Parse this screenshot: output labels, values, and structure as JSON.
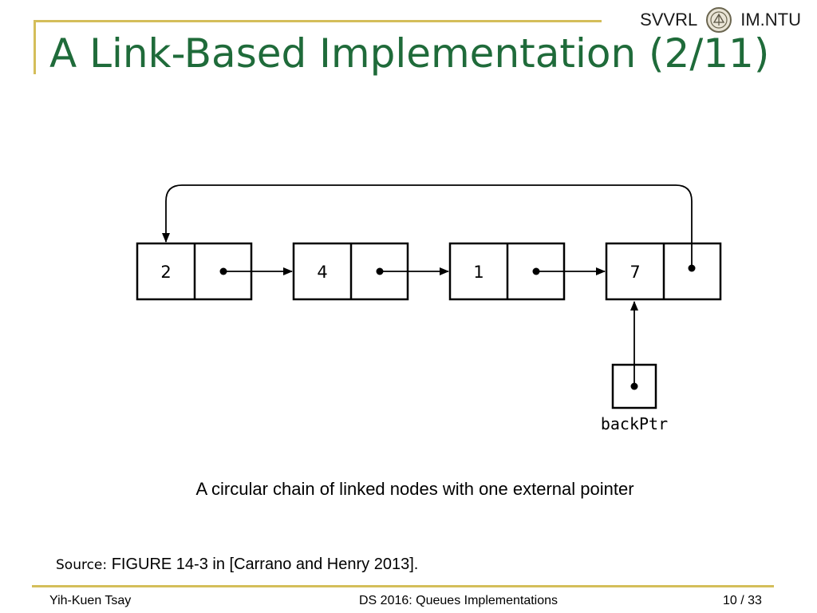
{
  "header": {
    "org_left": "SVVRL",
    "org_right": "IM.NTU",
    "title": "A Link-Based Implementation (2/11)"
  },
  "diagram": {
    "nodes": [
      {
        "value": "2"
      },
      {
        "value": "4"
      },
      {
        "value": "1"
      },
      {
        "value": "7"
      }
    ],
    "external_pointer_label": "backPtr"
  },
  "caption": "A circular chain of linked nodes with one external pointer",
  "source": {
    "label": "Source:",
    "text": "FIGURE 14-3 in [Carrano and Henry 2013]."
  },
  "footer": {
    "author": "Yih-Kuen Tsay",
    "course": "DS 2016: Queues Implementations",
    "page": "10",
    "page_total": "33"
  },
  "colors": {
    "title": "#1f6b3a",
    "accent_rule": "#d4be5a"
  },
  "icons": {
    "university_seal": "ntu-seal-icon"
  }
}
